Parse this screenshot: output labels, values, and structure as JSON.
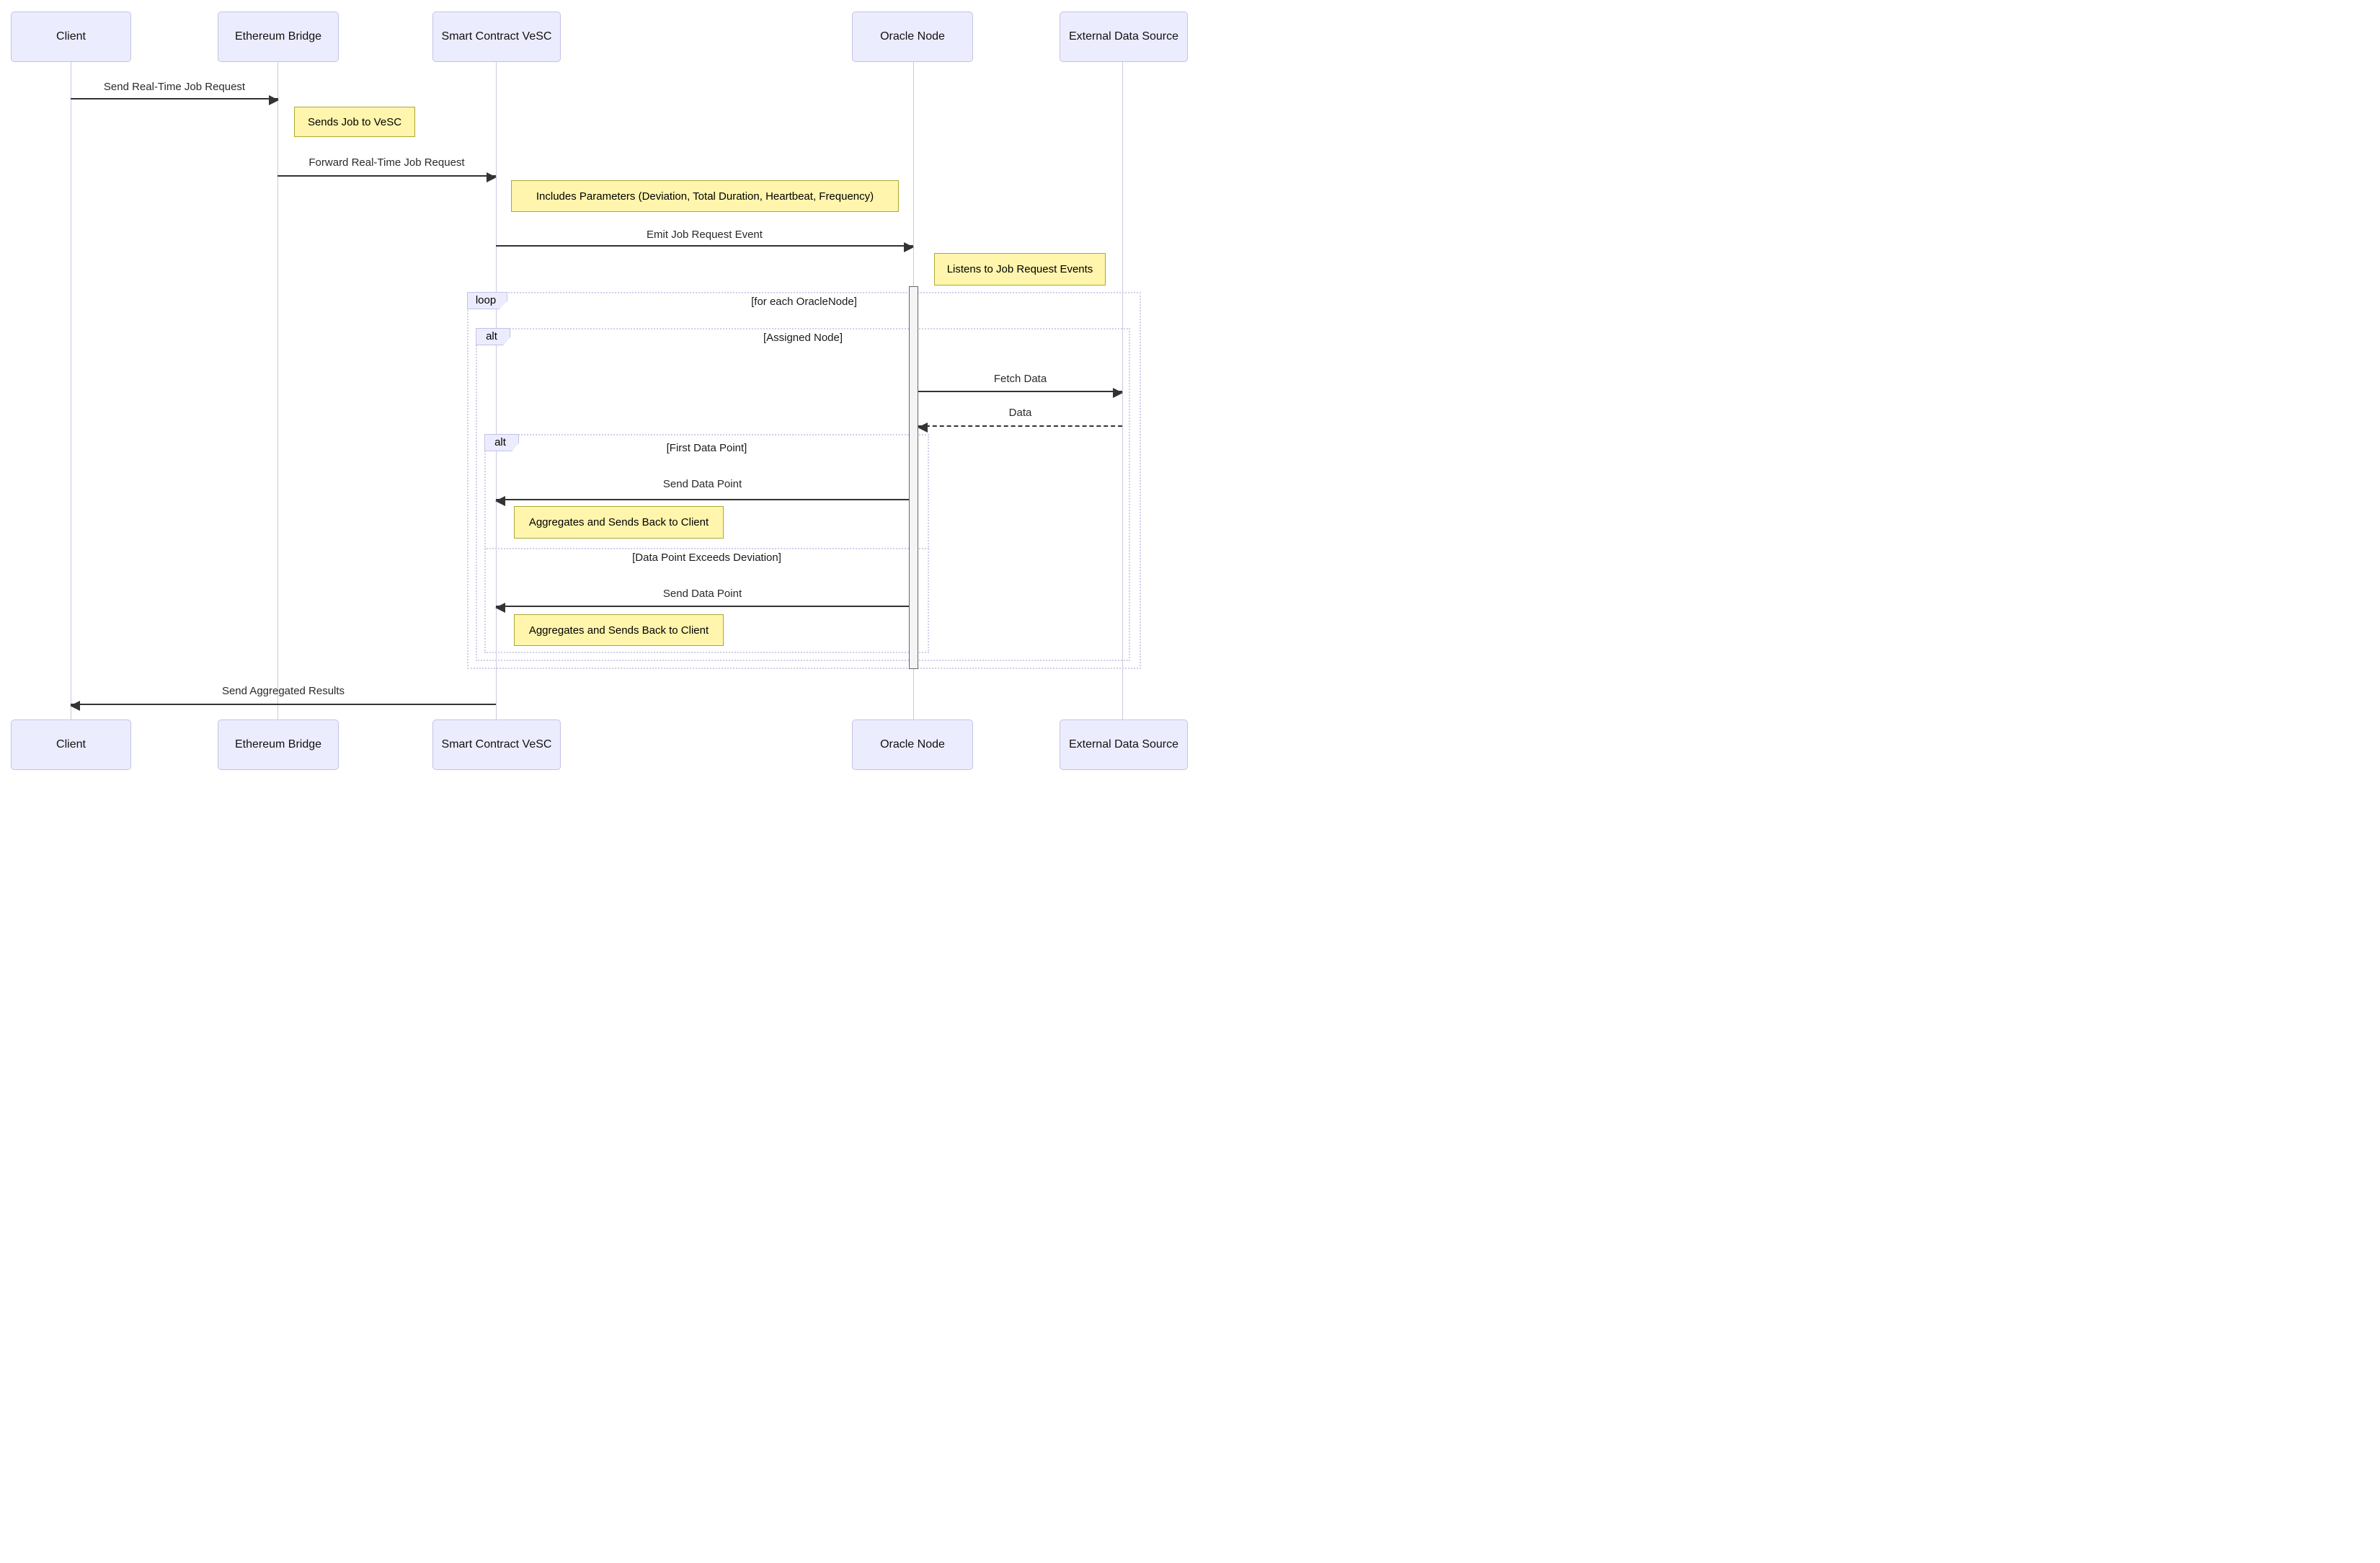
{
  "colors": {
    "actor_fill": "#ECECFF",
    "actor_border": "#c3c3e6",
    "lifeline": "#c9c9e4",
    "note_fill": "#FFF5AD",
    "note_border": "#AAAA33",
    "frame_border": "#cfcfec",
    "frame_label_fill": "#ECECFF",
    "activation_fill": "#f4f4f4",
    "activation_border": "#666666",
    "message_line": "#333333",
    "text": "#1a1a1a"
  },
  "diagram": {
    "type": "sequence",
    "participants": [
      {
        "id": "client",
        "label": "Client"
      },
      {
        "id": "ethereum-bridge",
        "label": "Ethereum Bridge"
      },
      {
        "id": "smart-contract-vesc",
        "label": "Smart Contract VeSC"
      },
      {
        "id": "oracle-node",
        "label": "Oracle Node"
      },
      {
        "id": "external-data-source",
        "label": "External Data Source"
      }
    ],
    "messages": {
      "send_job_request": "Send Real-Time Job Request",
      "forward_job_request": "Forward Real-Time Job Request",
      "emit_job_event": "Emit Job Request Event",
      "fetch_data": "Fetch Data",
      "data": "Data",
      "send_data_point_first": "Send Data Point",
      "send_data_point_deviation": "Send Data Point",
      "send_aggregated_results": "Send Aggregated Results"
    },
    "notes": {
      "sends_job": "Sends Job to VeSC",
      "includes_parameters": "Includes Parameters (Deviation, Total Duration, Heartbeat, Frequency)",
      "listens_events": "Listens to Job Request Events",
      "aggregates_first": "Aggregates and Sends Back to Client",
      "aggregates_deviation": "Aggregates and Sends Back to Client"
    },
    "frames": {
      "loop": {
        "label": "loop",
        "condition": "[for each OracleNode]"
      },
      "alt_assigned": {
        "label": "alt",
        "condition": "[Assigned Node]"
      },
      "alt_data_point": {
        "label": "alt",
        "condition": "[First Data Point]",
        "else_condition": "[Data Point Exceeds Deviation]"
      }
    }
  }
}
